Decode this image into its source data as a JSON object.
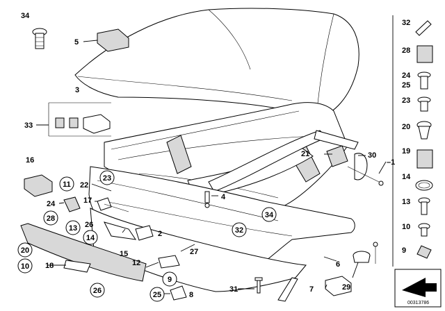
{
  "diagram": {
    "callouts": [
      {
        "id": "c34a",
        "text": "34"
      },
      {
        "id": "c5",
        "text": "5"
      },
      {
        "id": "c3",
        "text": "3"
      },
      {
        "id": "c33",
        "text": "33"
      },
      {
        "id": "c16",
        "text": "16"
      },
      {
        "id": "c22",
        "text": "22"
      },
      {
        "id": "c23",
        "text": "23"
      },
      {
        "id": "c24",
        "text": "24"
      },
      {
        "id": "c11",
        "text": "11"
      },
      {
        "id": "c17",
        "text": "17"
      },
      {
        "id": "c26a",
        "text": "26"
      },
      {
        "id": "c28",
        "text": "28"
      },
      {
        "id": "c13",
        "text": "13"
      },
      {
        "id": "c14",
        "text": "14"
      },
      {
        "id": "c20",
        "text": "20"
      },
      {
        "id": "c10",
        "text": "10"
      },
      {
        "id": "c18",
        "text": "18"
      },
      {
        "id": "c26b",
        "text": "26"
      },
      {
        "id": "c15",
        "text": "15"
      },
      {
        "id": "c2",
        "text": "2"
      },
      {
        "id": "c27",
        "text": "27"
      },
      {
        "id": "c12",
        "text": "12"
      },
      {
        "id": "c9",
        "text": "9"
      },
      {
        "id": "c25",
        "text": "25"
      },
      {
        "id": "c8",
        "text": "8"
      },
      {
        "id": "c4",
        "text": "4"
      },
      {
        "id": "c32",
        "text": "32"
      },
      {
        "id": "c34b",
        "text": "34"
      },
      {
        "id": "c21",
        "text": "21"
      },
      {
        "id": "c30",
        "text": "30"
      },
      {
        "id": "c1",
        "text": "–1"
      },
      {
        "id": "c6",
        "text": "6"
      },
      {
        "id": "c31",
        "text": "31"
      },
      {
        "id": "c7",
        "text": "7"
      },
      {
        "id": "c29",
        "text": "29"
      }
    ],
    "sidebar_parts": [
      {
        "id": "s32",
        "text": "32"
      },
      {
        "id": "s28",
        "text": "28"
      },
      {
        "id": "s24",
        "text": "24"
      },
      {
        "id": "s25",
        "text": "25"
      },
      {
        "id": "s23",
        "text": "23"
      },
      {
        "id": "s20",
        "text": "20"
      },
      {
        "id": "s19",
        "text": "19"
      },
      {
        "id": "s14",
        "text": "14"
      },
      {
        "id": "s13",
        "text": "13"
      },
      {
        "id": "s10",
        "text": "10"
      },
      {
        "id": "s9",
        "text": "9"
      }
    ],
    "doc_number": "00313786"
  }
}
